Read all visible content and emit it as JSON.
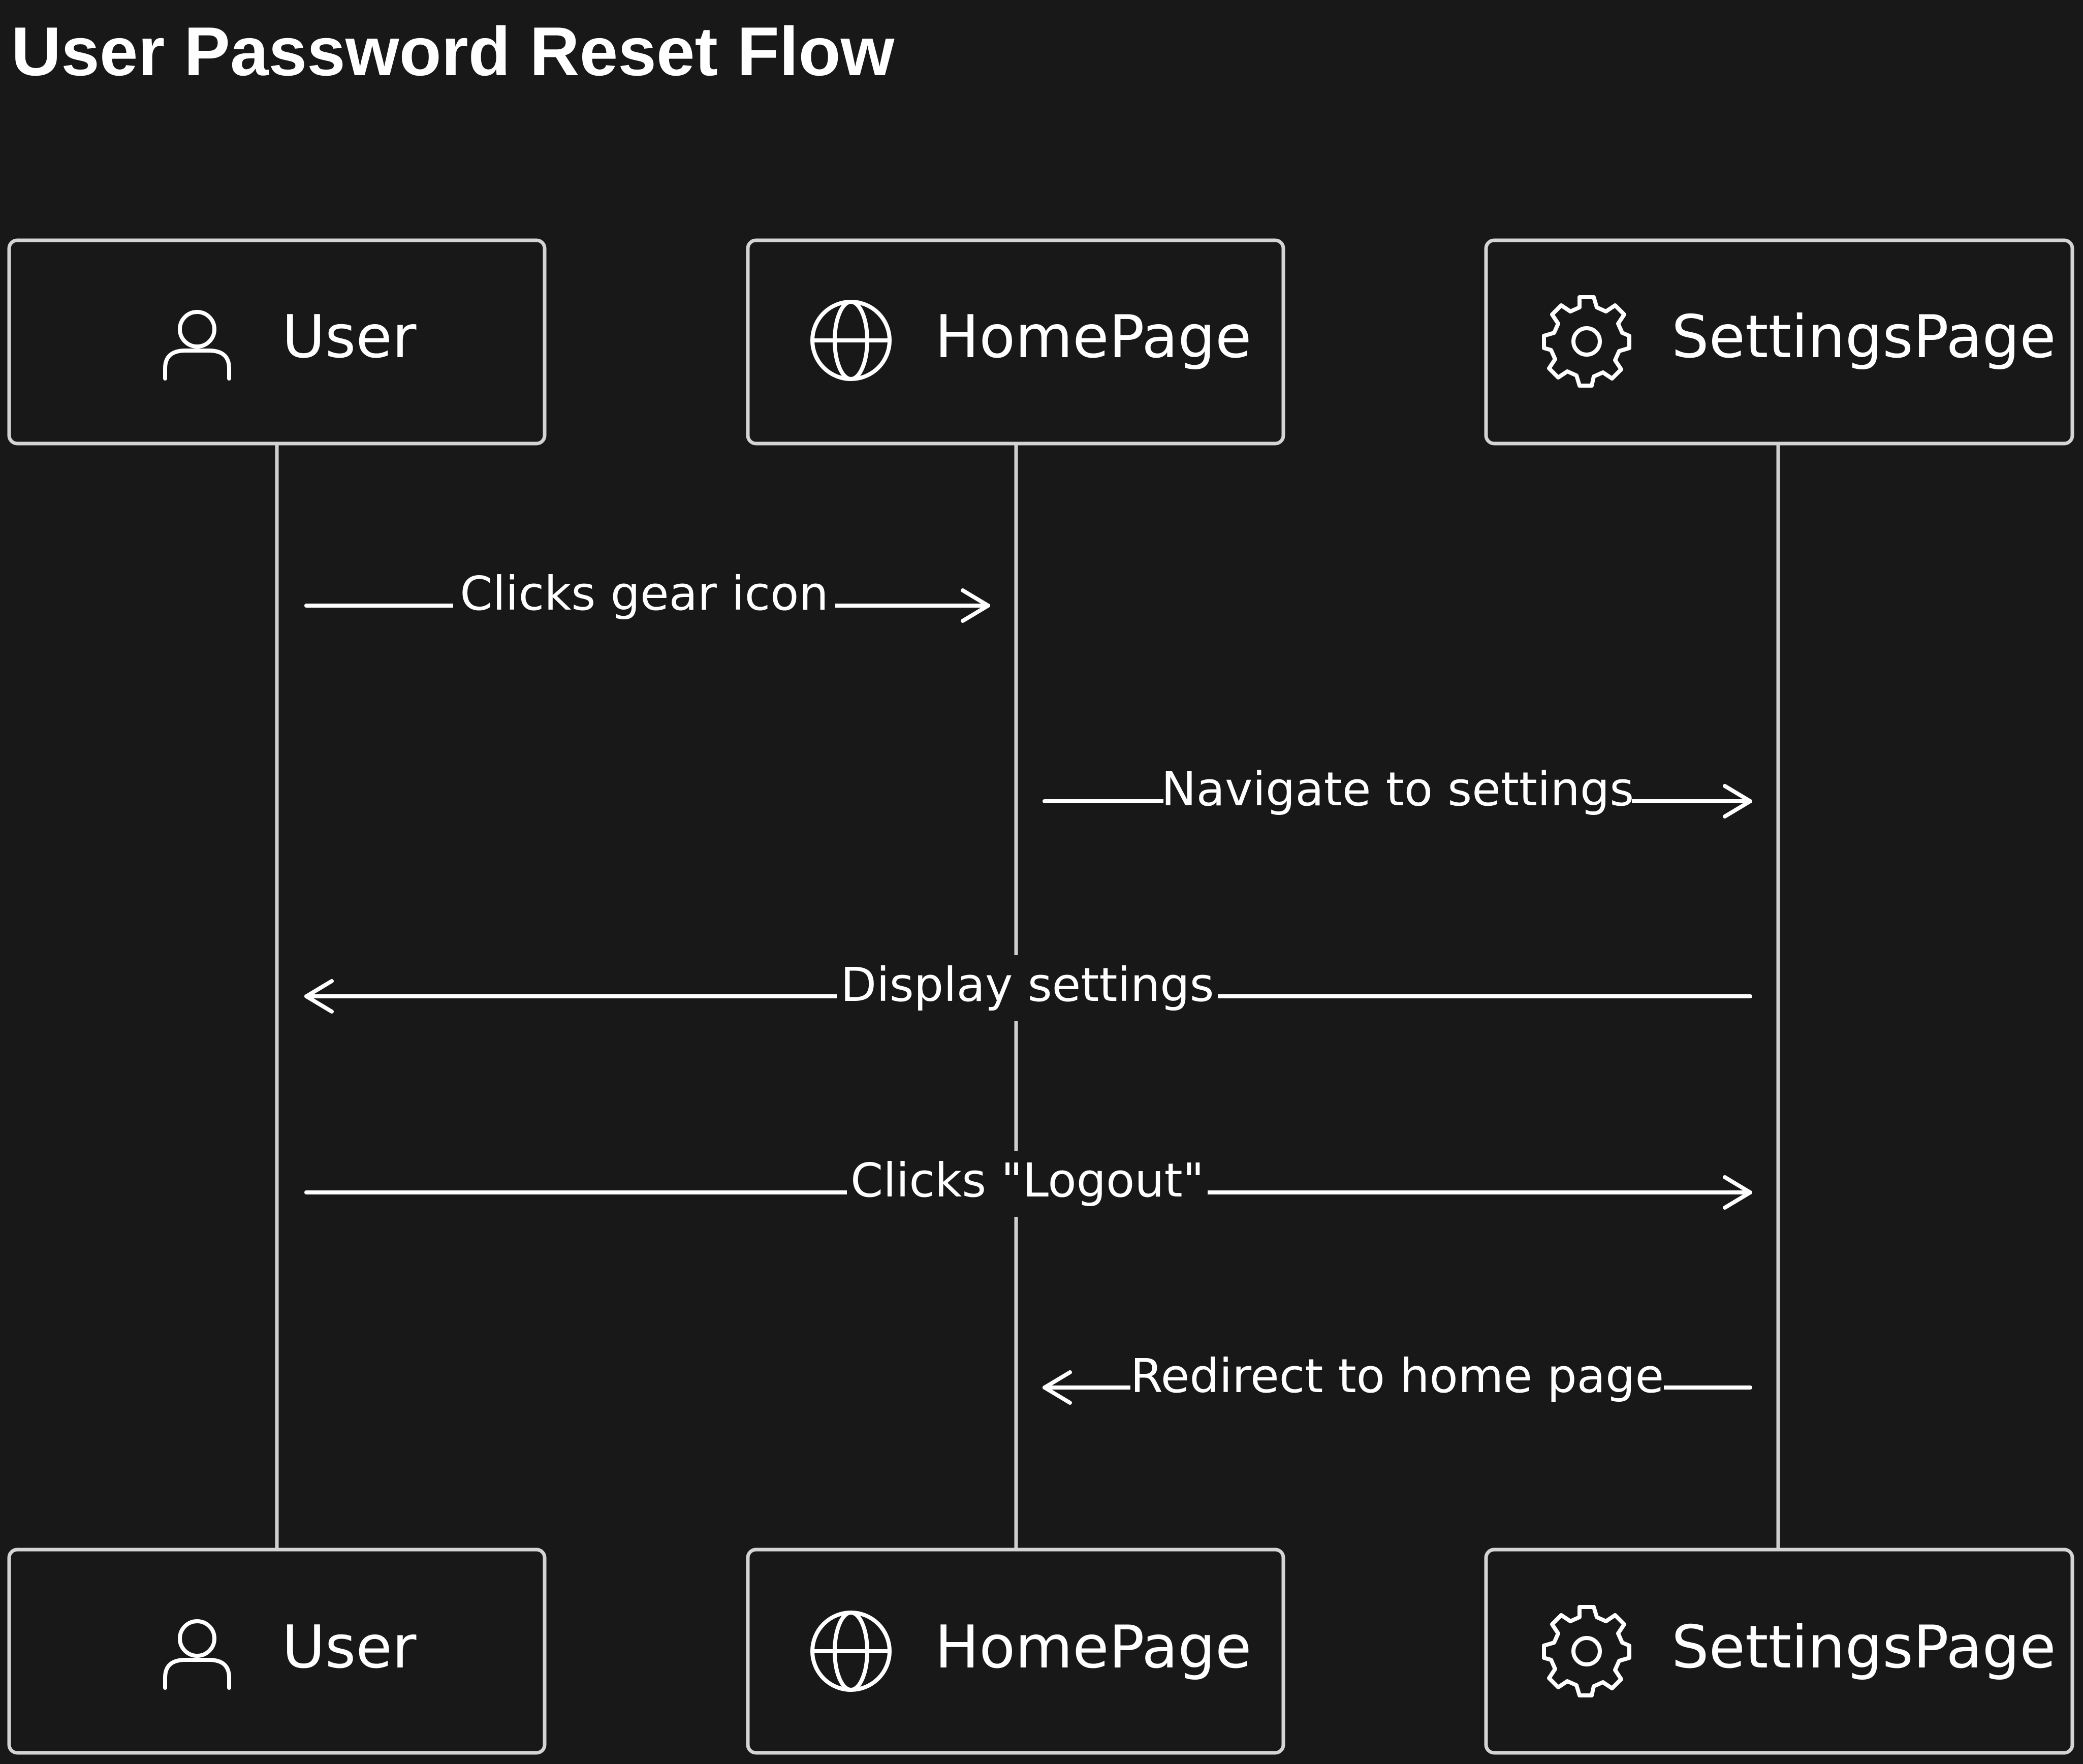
{
  "diagram": {
    "title": "User Password Reset Flow",
    "participants": [
      {
        "id": "user",
        "label": "User",
        "icon": "user-icon"
      },
      {
        "id": "home",
        "label": "HomePage",
        "icon": "globe-icon"
      },
      {
        "id": "settings",
        "label": "SettingsPage",
        "icon": "gear-icon"
      }
    ],
    "messages": [
      {
        "from": "user",
        "to": "home",
        "label": "Clicks gear icon"
      },
      {
        "from": "home",
        "to": "settings",
        "label": "Navigate to settings"
      },
      {
        "from": "settings",
        "to": "user",
        "label": "Display settings"
      },
      {
        "from": "user",
        "to": "settings",
        "label": "Clicks \"Logout\""
      },
      {
        "from": "settings",
        "to": "home",
        "label": "Redirect to home page"
      }
    ]
  },
  "colors": {
    "background": "#181818",
    "foreground": "#ffffff",
    "border": "#d4d4d4"
  }
}
